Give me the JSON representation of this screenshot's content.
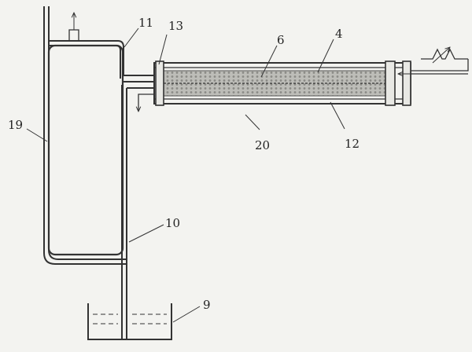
{
  "labels": {
    "l11": "11",
    "l13": "13",
    "l6": "6",
    "l4": "4",
    "l19": "19",
    "l20": "20",
    "l12": "12",
    "l10": "10",
    "l9": "9"
  }
}
